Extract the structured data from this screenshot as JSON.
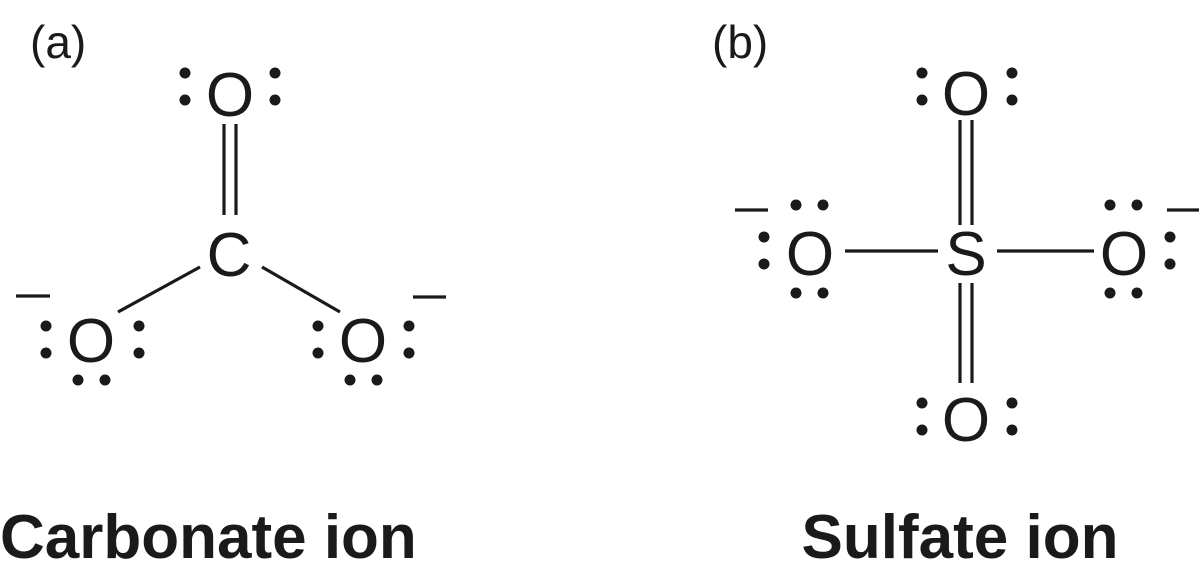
{
  "panels": {
    "a": {
      "label": "(a)",
      "caption": "Carbonate ion",
      "atoms": {
        "top_o": "O",
        "center": "C",
        "left_o": "O",
        "right_o": "O"
      }
    },
    "b": {
      "label": "(b)",
      "caption": "Sulfate ion",
      "atoms": {
        "top_o": "O",
        "center": "S",
        "left_o": "O",
        "right_o": "O",
        "bottom_o": "O"
      }
    }
  },
  "colors": {
    "ink": "#1a1a1a",
    "background": "#ffffff"
  }
}
